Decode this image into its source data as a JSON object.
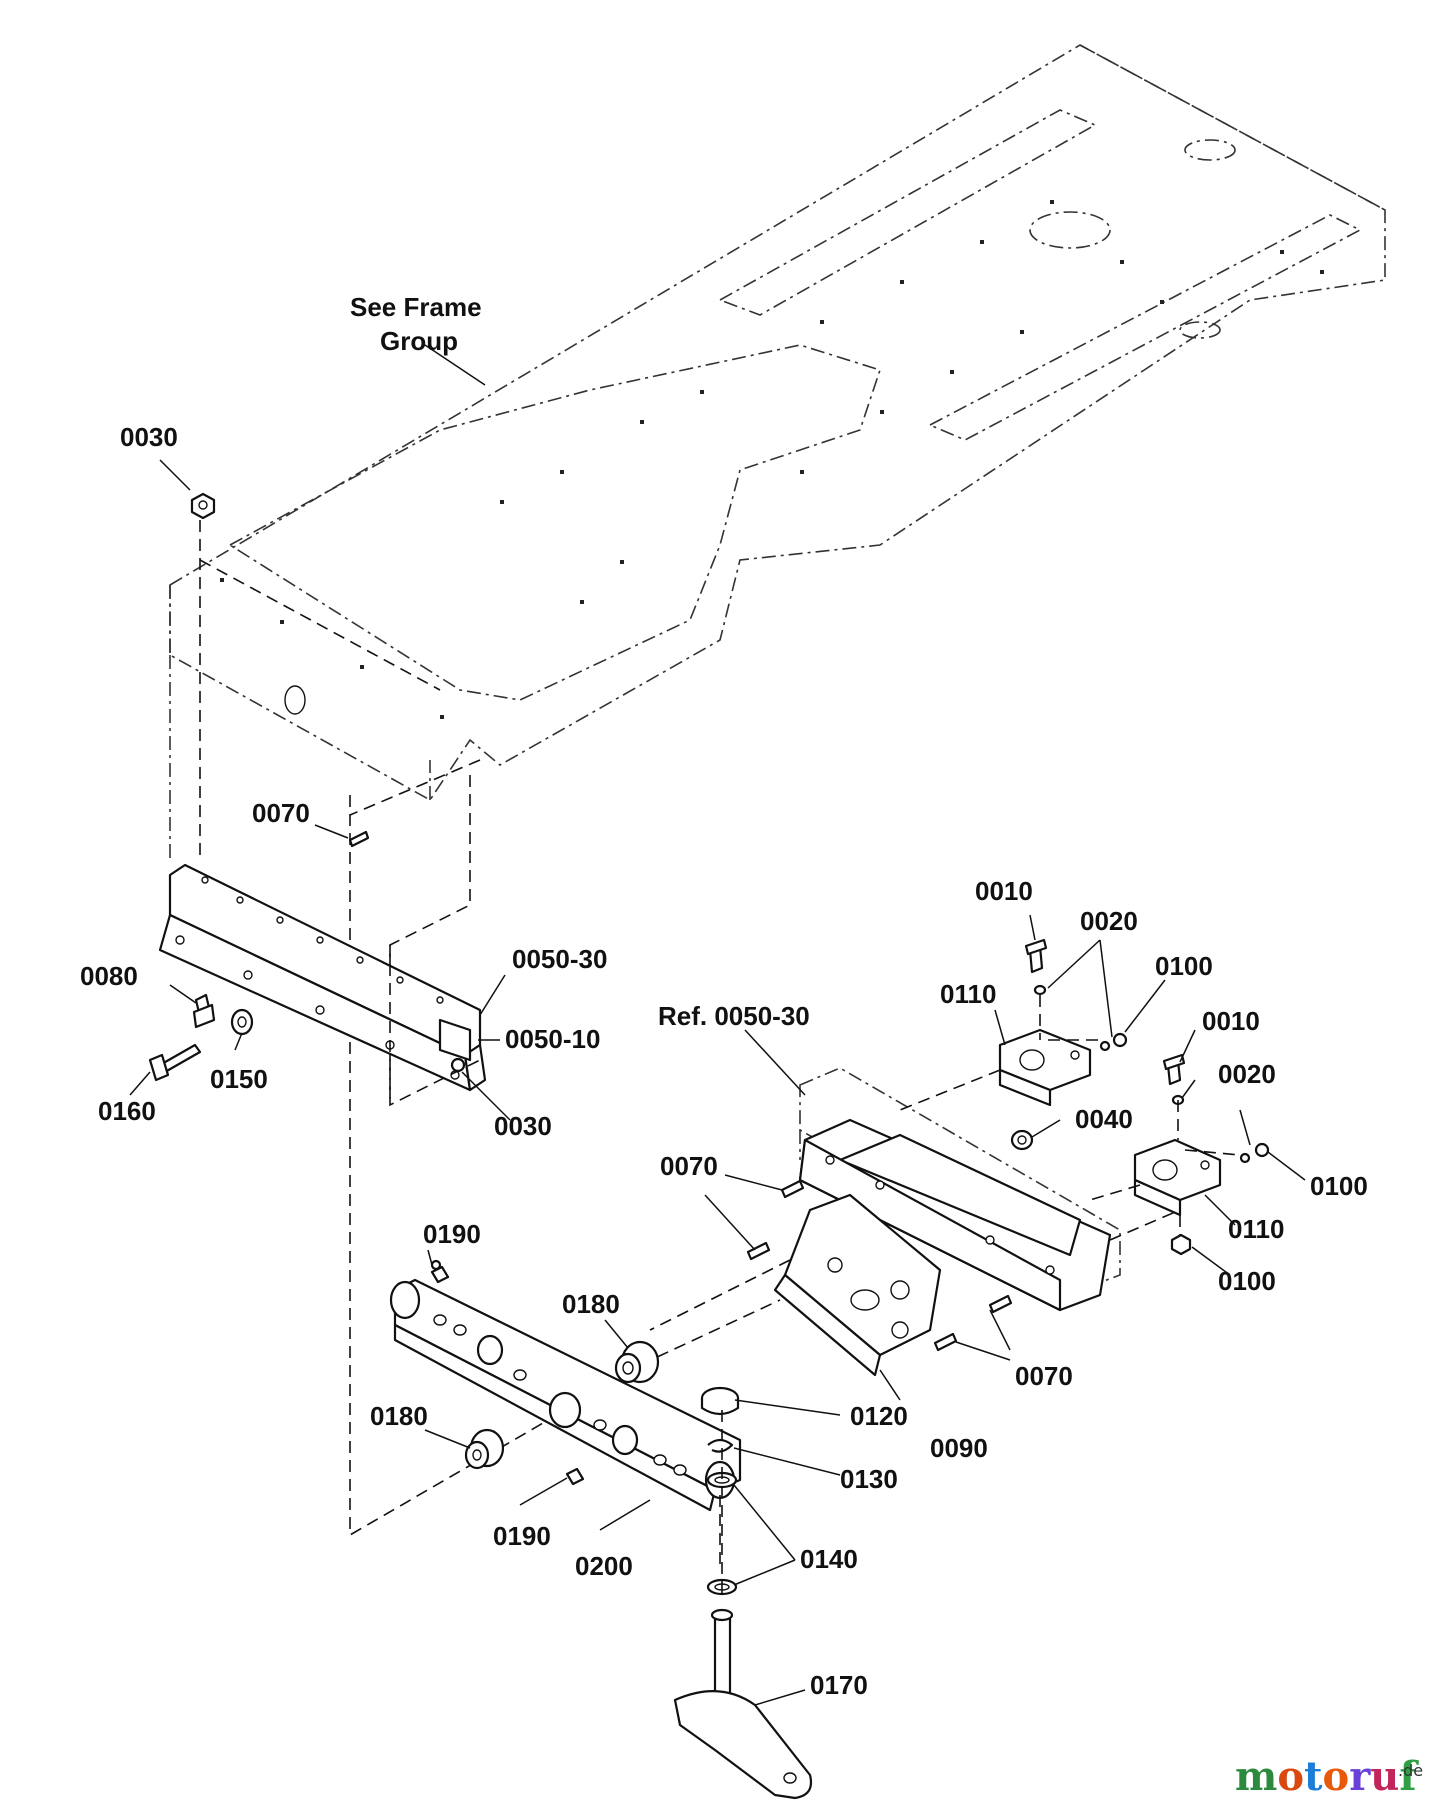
{
  "labels": {
    "see_frame_line1": "See Frame",
    "see_frame_line2": "Group",
    "p0030_top": "0030",
    "p0070_left": "0070",
    "p0080": "0080",
    "p0160": "0160",
    "p0150": "0150",
    "p0050_30": "0050-30",
    "p0050_10": "0050-10",
    "p0030_bottom": "0030",
    "ref_0050_30": "Ref. 0050-30",
    "p0010_a": "0010",
    "p0020_a": "0020",
    "p0100_a": "0100",
    "p0110_a": "0110",
    "p0010_b": "0010",
    "p0020_b": "0020",
    "p0040": "0040",
    "p0100_b": "0100",
    "p0110_b": "0110",
    "p0100_c": "0100",
    "p0070_mid": "0070",
    "p0070_right": "0070",
    "p0190_top": "0190",
    "p0180_mid": "0180",
    "p0180_left": "0180",
    "p0190_bottom": "0190",
    "p0200": "0200",
    "p0120": "0120",
    "p0130": "0130",
    "p0140": "0140",
    "p0090": "0090",
    "p0170": "0170"
  },
  "watermark": {
    "text": "motoruf",
    "suffix": ".de",
    "colors": [
      "#2b8a3e",
      "#d9480f",
      "#1c7ed6",
      "#e8590c",
      "#6741d9",
      "#c2255c",
      "#2f9e44"
    ]
  }
}
